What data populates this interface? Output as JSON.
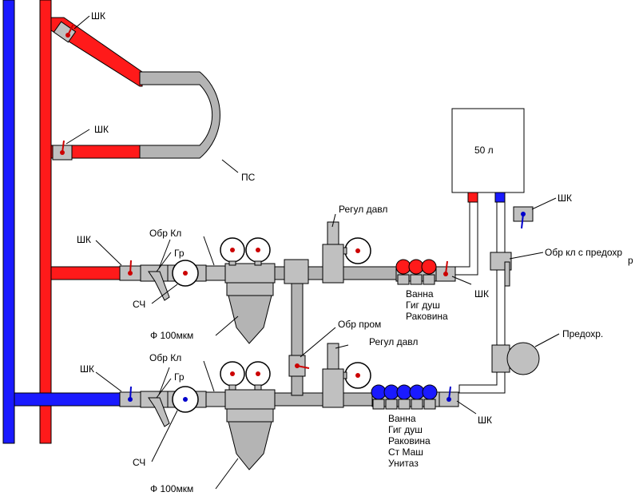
{
  "labels": {
    "shk": "ШК",
    "ps": "ПС",
    "regul": "Регул давл",
    "obr_kl": "Обр Кл",
    "gr": "Гр",
    "sch": "СЧ",
    "filter": "Ф 100мкм",
    "obr_prom": "Обр пром",
    "obr_kl_predohr": "Обр кл с предохр",
    "obr_kl_predohr_sub": "р",
    "predohr": "Предохр.",
    "boiler": "50 л"
  },
  "hot_consumers": [
    "Ванна",
    "Гиг душ",
    "Раковина"
  ],
  "cold_consumers": [
    "Ванна",
    "Гиг душ",
    "Раковина",
    "Ст Маш",
    "Унитаз"
  ],
  "colors": {
    "hot": "#ff1a1a",
    "cold": "#1a1aff",
    "pipe_gray": "#b4b4b4",
    "fitting": "#c0c0c0",
    "outline": "#000000"
  }
}
